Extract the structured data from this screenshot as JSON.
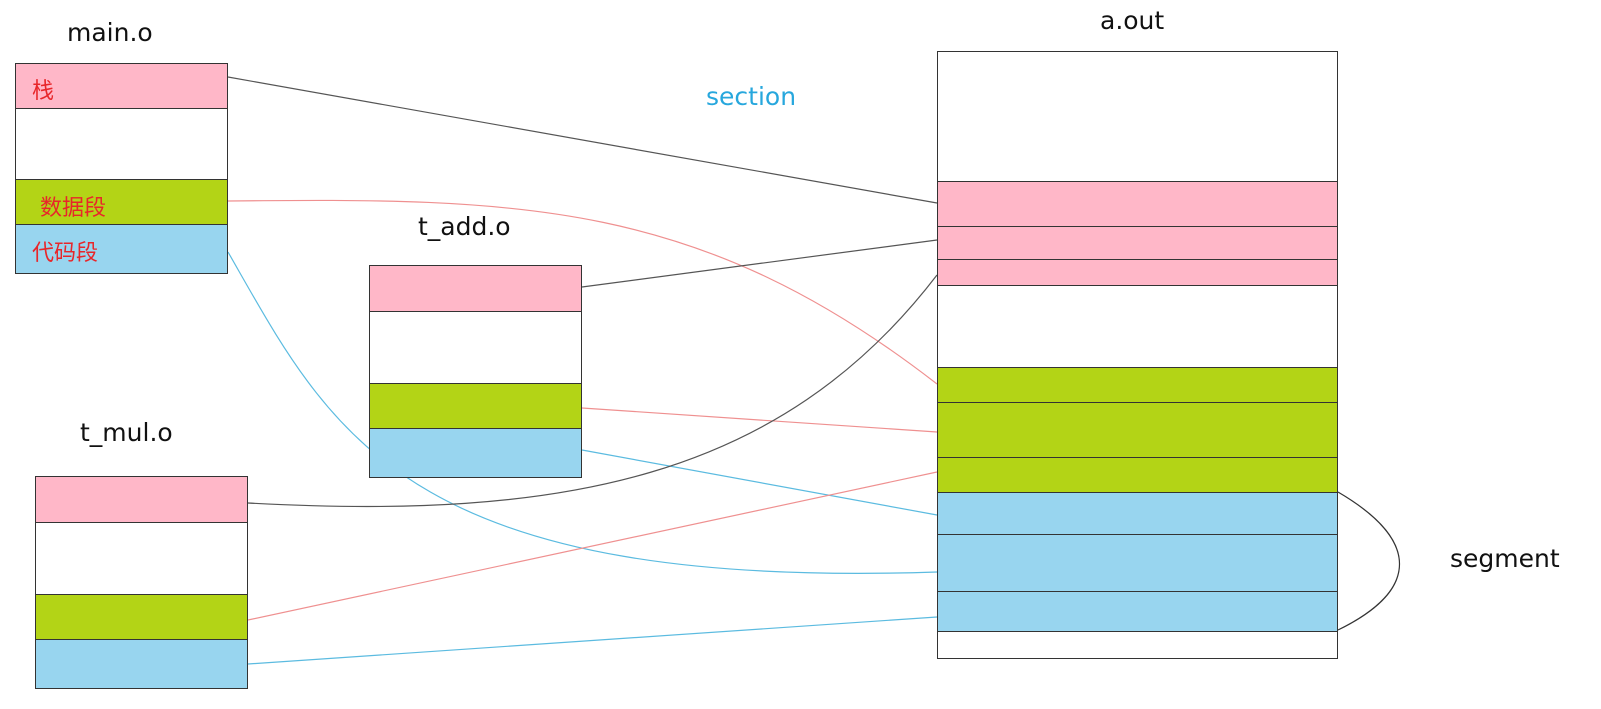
{
  "colors": {
    "stack": "#ffb7c8",
    "empty": "#ffffff",
    "data": "#b3d416",
    "code": "#98d5ef",
    "border": "#333333",
    "line_black": "#555555",
    "line_red": "#ef9090",
    "line_blue": "#5bbbe0",
    "section_text": "#27a7dd"
  },
  "files": {
    "main": {
      "title": "main.o",
      "labels": {
        "stack": "栈",
        "data": "数据段",
        "code": "代码段"
      }
    },
    "tadd": {
      "title": "t_add.o"
    },
    "tmul": {
      "title": "t_mul.o"
    },
    "aout": {
      "title": "a.out"
    }
  },
  "annotations": {
    "section": "section",
    "segment": "segment"
  }
}
